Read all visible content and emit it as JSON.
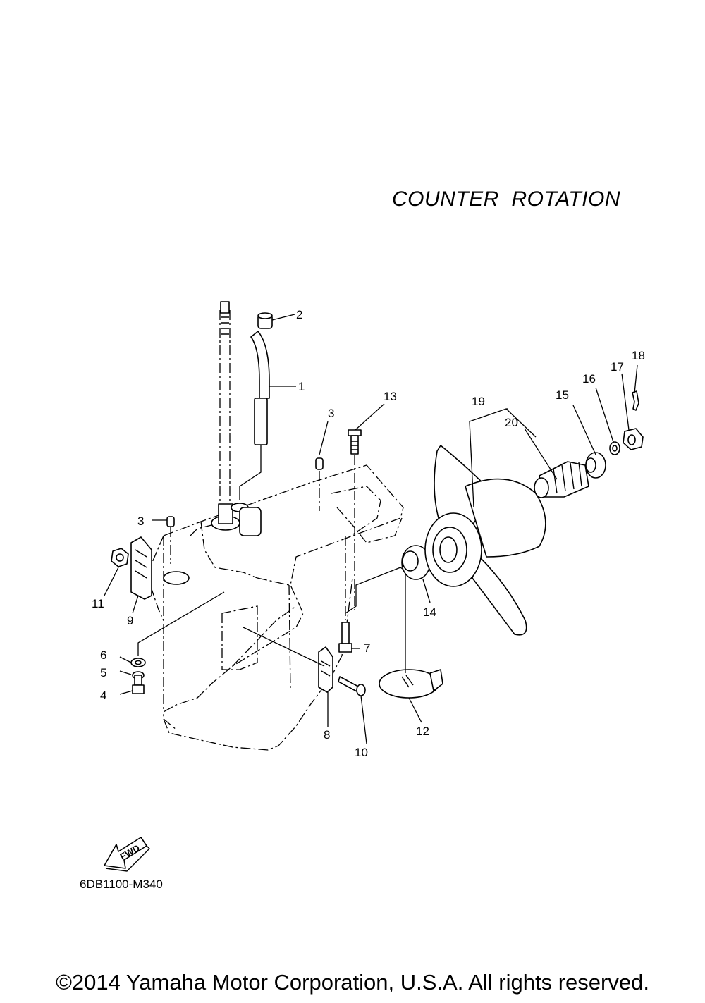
{
  "heading": "COUNTER  ROTATION",
  "plate_code": "6DB1100-M340",
  "copyright": "©2014 Yamaha Motor Corporation, U.S.A. All rights reserved.",
  "direction_label": "FWD",
  "callouts": [
    "1",
    "2",
    "3",
    "3",
    "4",
    "5",
    "6",
    "7",
    "8",
    "9",
    "10",
    "11",
    "12",
    "13",
    "14",
    "15",
    "16",
    "17",
    "18",
    "19",
    "20"
  ],
  "parts": [
    "water-tube",
    "grommet",
    "dowel-pin",
    "dowel-pin",
    "bolt",
    "spring-washer",
    "plain-washer",
    "bolt",
    "trim-tab",
    "clamp",
    "screw",
    "nut",
    "anode",
    "bolt",
    "bushing",
    "spacer",
    "washer",
    "nut",
    "cotter-pin",
    "propeller",
    "spacer-hub"
  ]
}
